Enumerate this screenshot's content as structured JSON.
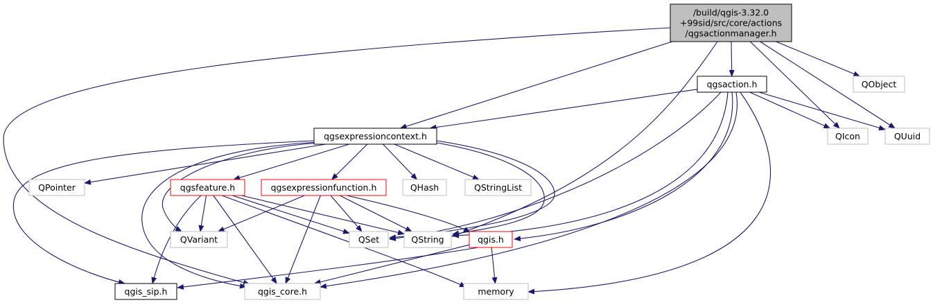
{
  "colors": {
    "edge": "#191970",
    "root_fill": "#bfbfbf",
    "root_border": "#000000",
    "local_header_border": "#000000",
    "truncated_header_border": "#ff0000",
    "system_header_border": "#bfbfbf"
  },
  "nodes": {
    "root": {
      "lines": [
        "/build/qgis-3.32.0",
        "+99sid/src/core/actions",
        "/qgsactionmanager.h"
      ],
      "kind": "root"
    },
    "qgsaction": {
      "lines": [
        "qgsaction.h"
      ],
      "kind": "local"
    },
    "qobject": {
      "lines": [
        "QObject"
      ],
      "kind": "system"
    },
    "qgsexpressioncontext": {
      "lines": [
        "qgsexpressioncontext.h"
      ],
      "kind": "local"
    },
    "qicon": {
      "lines": [
        "QIcon"
      ],
      "kind": "system"
    },
    "quuid": {
      "lines": [
        "QUuid"
      ],
      "kind": "system"
    },
    "qpointer": {
      "lines": [
        "QPointer"
      ],
      "kind": "system"
    },
    "qgsfeature": {
      "lines": [
        "qgsfeature.h"
      ],
      "kind": "truncated"
    },
    "qgsexpressionfunction": {
      "lines": [
        "qgsexpressionfunction.h"
      ],
      "kind": "truncated"
    },
    "qhash": {
      "lines": [
        "QHash"
      ],
      "kind": "system"
    },
    "qstringlist": {
      "lines": [
        "QStringList"
      ],
      "kind": "system"
    },
    "qvariant": {
      "lines": [
        "QVariant"
      ],
      "kind": "system"
    },
    "qset": {
      "lines": [
        "QSet"
      ],
      "kind": "system"
    },
    "qstring": {
      "lines": [
        "QString"
      ],
      "kind": "system"
    },
    "qgis": {
      "lines": [
        "qgis.h"
      ],
      "kind": "truncated"
    },
    "qgis_sip": {
      "lines": [
        "qgis_sip.h"
      ],
      "kind": "local"
    },
    "qgis_core": {
      "lines": [
        "qgis_core.h"
      ],
      "kind": "system"
    },
    "memory": {
      "lines": [
        "memory"
      ],
      "kind": "system"
    }
  },
  "edges": [
    [
      "root",
      "qgsaction"
    ],
    [
      "root",
      "qobject"
    ],
    [
      "root",
      "qgsexpressioncontext"
    ],
    [
      "root",
      "qicon"
    ],
    [
      "root",
      "quuid"
    ],
    [
      "root",
      "qstring"
    ],
    [
      "root",
      "qgis_core"
    ],
    [
      "qgsaction",
      "qgsexpressioncontext"
    ],
    [
      "qgsaction",
      "qicon"
    ],
    [
      "qgsaction",
      "quuid"
    ],
    [
      "qgsaction",
      "qset"
    ],
    [
      "qgsaction",
      "qstring"
    ],
    [
      "qgsaction",
      "qgis"
    ],
    [
      "qgsaction",
      "qgis_core"
    ],
    [
      "qgsaction",
      "memory"
    ],
    [
      "qgsexpressioncontext",
      "qpointer"
    ],
    [
      "qgsexpressioncontext",
      "qgsfeature"
    ],
    [
      "qgsexpressioncontext",
      "qgsexpressionfunction"
    ],
    [
      "qgsexpressioncontext",
      "qhash"
    ],
    [
      "qgsexpressioncontext",
      "qstringlist"
    ],
    [
      "qgsexpressioncontext",
      "qvariant"
    ],
    [
      "qgsexpressioncontext",
      "qset"
    ],
    [
      "qgsexpressioncontext",
      "qstring"
    ],
    [
      "qgsexpressioncontext",
      "qgis_sip"
    ],
    [
      "qgsexpressioncontext",
      "qgis_core"
    ],
    [
      "qgsfeature",
      "qvariant"
    ],
    [
      "qgsfeature",
      "qset"
    ],
    [
      "qgsfeature",
      "qstring"
    ],
    [
      "qgsfeature",
      "qgis_sip"
    ],
    [
      "qgsfeature",
      "qgis_core"
    ],
    [
      "qgsfeature",
      "memory"
    ],
    [
      "qgsexpressionfunction",
      "qvariant"
    ],
    [
      "qgsexpressionfunction",
      "qset"
    ],
    [
      "qgsexpressionfunction",
      "qstring"
    ],
    [
      "qgsexpressionfunction",
      "qgis"
    ],
    [
      "qgsexpressionfunction",
      "qgis_core"
    ],
    [
      "qgis",
      "qgis_sip"
    ],
    [
      "qgis",
      "qgis_core"
    ],
    [
      "qgis",
      "memory"
    ]
  ]
}
